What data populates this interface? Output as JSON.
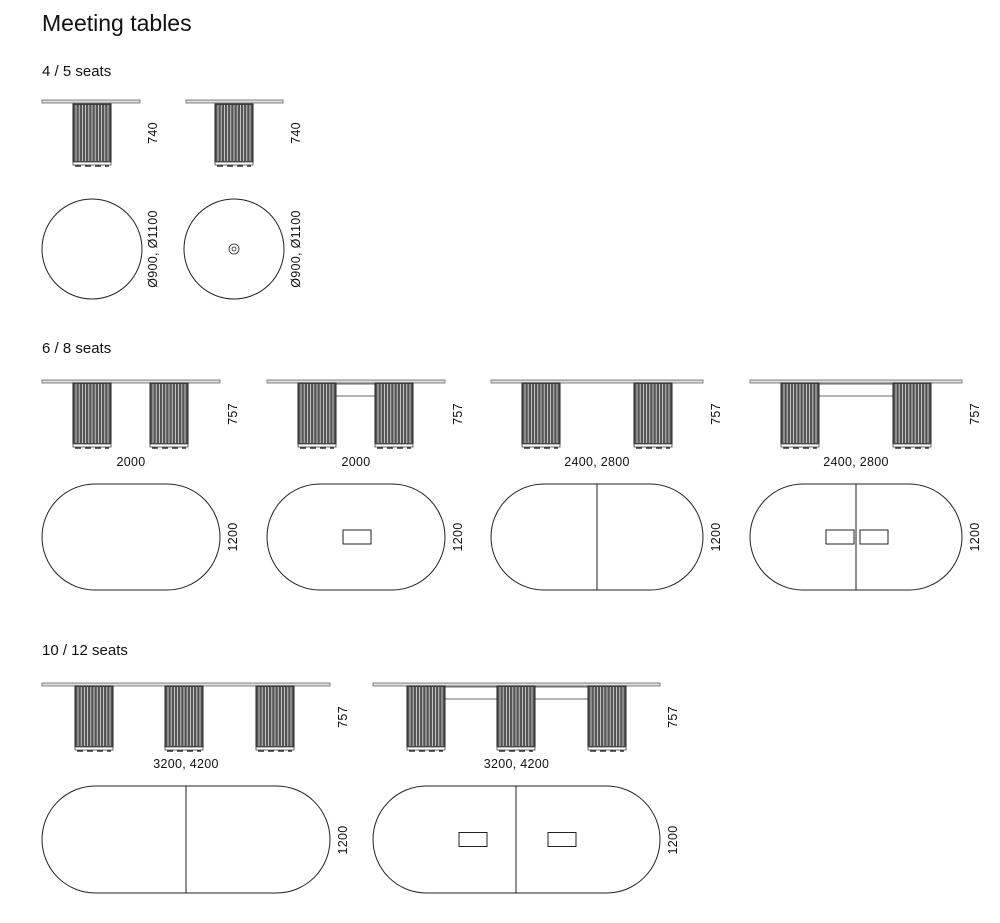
{
  "title": "Meeting tables",
  "sections": [
    {
      "title": "4 / 5 seats",
      "tables": [
        {
          "type": "round",
          "height_label": "740",
          "size_label": "Ø900, Ø1100",
          "grommet": false
        },
        {
          "type": "round",
          "height_label": "740",
          "size_label": "Ø900, Ø1100",
          "grommet": true
        }
      ]
    },
    {
      "title": "6 / 8 seats",
      "tables": [
        {
          "type": "oval",
          "height_label": "757",
          "width_label": "2000",
          "depth_label": "1200",
          "pedestals": 2,
          "cable_tray": false,
          "split": false,
          "boxes": 0
        },
        {
          "type": "oval",
          "height_label": "757",
          "width_label": "2000",
          "depth_label": "1200",
          "pedestals": 2,
          "cable_tray": true,
          "split": false,
          "boxes": 1
        },
        {
          "type": "oval",
          "height_label": "757",
          "width_label": "2400, 2800",
          "depth_label": "1200",
          "pedestals": 2,
          "cable_tray": false,
          "split": true,
          "boxes": 0
        },
        {
          "type": "oval",
          "height_label": "757",
          "width_label": "2400, 2800",
          "depth_label": "1200",
          "pedestals": 2,
          "cable_tray": true,
          "split": true,
          "boxes": 2
        }
      ]
    },
    {
      "title": "10 / 12 seats",
      "tables": [
        {
          "type": "oval",
          "height_label": "757",
          "width_label": "3200, 4200",
          "depth_label": "1200",
          "pedestals": 3,
          "cable_tray": false,
          "split": true,
          "boxes": 0
        },
        {
          "type": "oval",
          "height_label": "757",
          "width_label": "3200, 4200",
          "depth_label": "1200",
          "pedestals": 3,
          "cable_tray": true,
          "split": true,
          "boxes": 2
        }
      ]
    }
  ]
}
